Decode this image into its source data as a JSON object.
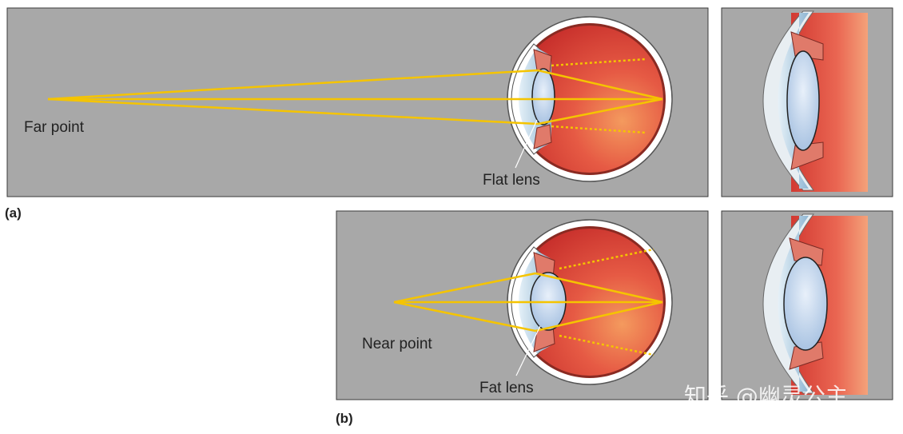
{
  "panels": {
    "a": {
      "label": "(a)",
      "point_label": "Far point",
      "lens_label": "Flat lens"
    },
    "b": {
      "label": "(b)",
      "point_label": "Near point",
      "lens_label": "Fat lens"
    }
  },
  "watermark": "知乎 @幽灵公主",
  "colors": {
    "panel_bg": "#a8a8a8",
    "ray": "#f5c400",
    "retina": "#e0463a",
    "cornea": "#bcd8ea",
    "lens": "#c8dcf0"
  }
}
